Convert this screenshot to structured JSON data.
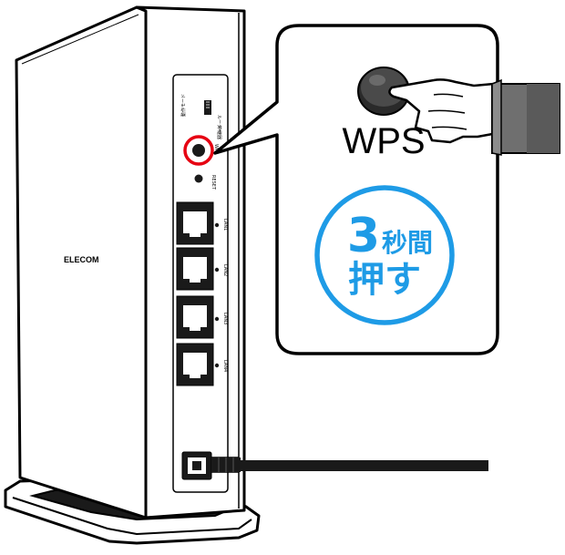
{
  "device": {
    "brand": "ELECOM",
    "mode_switch_label": "動作モード",
    "mode_option_router": "ルーター",
    "mode_option_ap": "中継器",
    "wps_port_label": "WPS",
    "reset_label": "RESET",
    "lan_labels": [
      "LAN1",
      "LAN2",
      "LAN3",
      "LAN4"
    ]
  },
  "callout": {
    "button_label": "WPS",
    "duration_number": "3",
    "duration_unit": "秒間",
    "action": "押す"
  },
  "colors": {
    "highlight_ring": "#e60012",
    "instruction_blue": "#1e9be6",
    "outline": "#000000",
    "cable": "#000000"
  }
}
